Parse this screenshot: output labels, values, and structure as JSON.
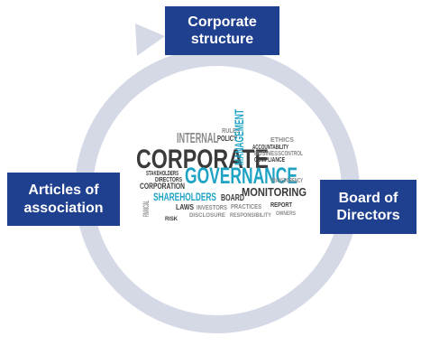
{
  "diagram": {
    "colors": {
      "box": "#1f3f8f",
      "box_text": "#ffffff",
      "cycle": "#d5d9e6",
      "word_dark": "#3a3a3a",
      "word_teal": "#1ea3c5",
      "word_gray": "#8a8a8a"
    },
    "nodes": {
      "top": {
        "line1": "Corporate",
        "line2": "structure"
      },
      "right": {
        "line1": "Board of",
        "line2": "Directors"
      },
      "left": {
        "line1": "Articles of",
        "line2": "association"
      }
    },
    "word_cloud": {
      "corporate": "CORPORATE",
      "governance": "GOVERNANCE",
      "internal": "INTERNAL",
      "management": "MANAGEMENT",
      "shareholders": "SHAREHOLDERS",
      "monitoring": "MONITORING",
      "corporation": "CORPORATION",
      "directors": "DIRECTORS",
      "board": "BOARD",
      "stakeholders": "STAKEHOLDERS",
      "business": "BUSINESS",
      "laws": "LAWS",
      "financial": "FINANCIAL",
      "policy": "POLICY",
      "accountability": "ACCOUNTABILITY",
      "control": "CONTROL",
      "ethics": "ETHICS",
      "investors": "INVESTORS",
      "practices": "PRACTICES",
      "compliance": "COMPLIANCE",
      "disclosure": "DISCLOSURE",
      "responsibility": "RESPONSIBILITY",
      "report": "REPORT",
      "owners": "OWNERS",
      "transparency": "TRANSPARENCY",
      "risk": "RISK",
      "rules": "RULES"
    }
  }
}
